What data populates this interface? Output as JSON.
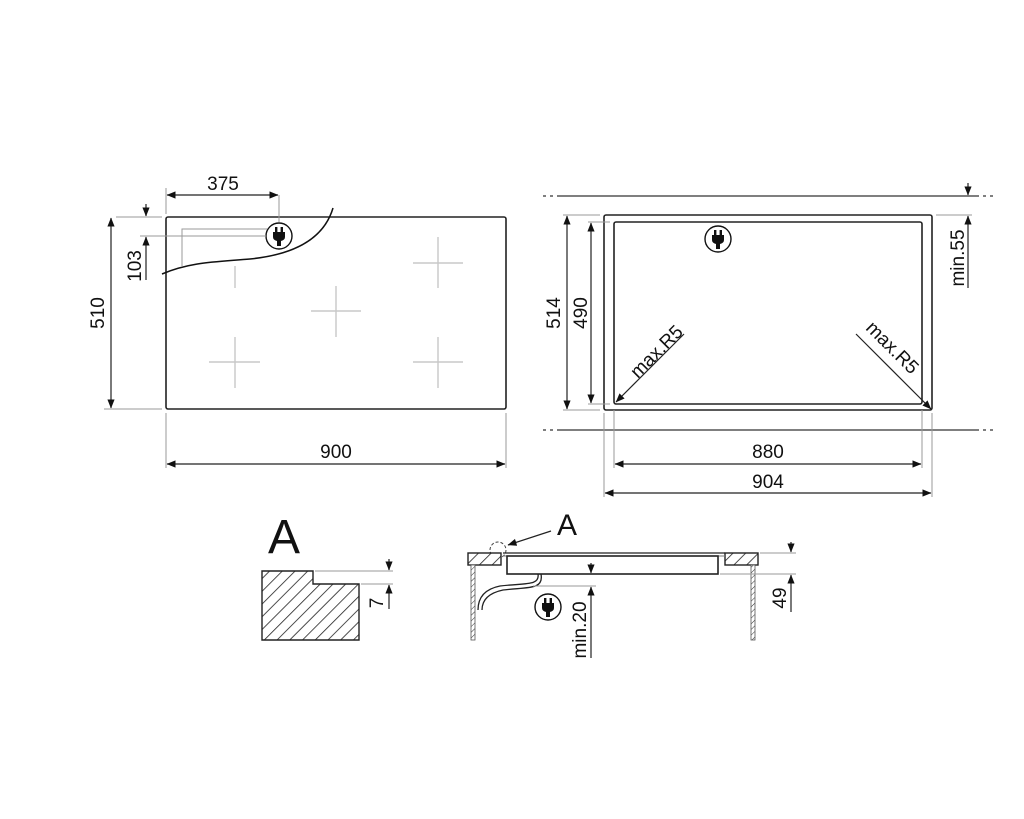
{
  "top_view": {
    "plug_offset_x": "375",
    "plug_offset_y": "103",
    "depth": "510",
    "width": "900",
    "zones": 5
  },
  "cutout_view": {
    "outer_depth": "514",
    "inner_depth": "490",
    "min_back_clearance": "min.55",
    "corner_radius_left": "max.R5",
    "corner_radius_right": "max.R5",
    "inner_width": "880",
    "outer_width": "904"
  },
  "detail_a": {
    "label": "A",
    "step_height": "7"
  },
  "section_view": {
    "callout": "A",
    "min_clearance_below": "min.20",
    "height": "49"
  },
  "icons": {
    "power_plug": "power-plug-icon"
  },
  "colors": {
    "line": "#222222",
    "guide": "#9a9a9a",
    "zone_marker": "#c8c8c8",
    "background": "#ffffff"
  }
}
